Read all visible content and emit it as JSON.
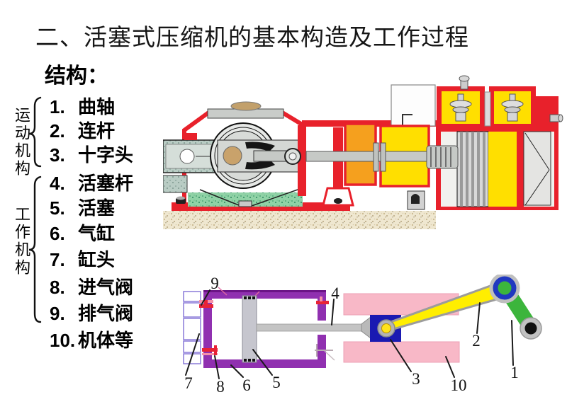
{
  "title": "二、活塞式压缩机的基本构造及工作过程",
  "structure": {
    "heading": "结构：",
    "groups": [
      {
        "label": "运动机构"
      },
      {
        "label": "工作机构"
      }
    ],
    "parts": [
      {
        "num": "1.",
        "name": "曲轴"
      },
      {
        "num": "2.",
        "name": "连杆"
      },
      {
        "num": "3.",
        "name": "十字头"
      },
      {
        "num": "4.",
        "name": "活塞杆"
      },
      {
        "num": "5.",
        "name": "活塞"
      },
      {
        "num": "6.",
        "name": "气缸"
      },
      {
        "num": "7.",
        "name": "缸头"
      },
      {
        "num": "8.",
        "name": "进气阀"
      },
      {
        "num": "9.",
        "name": "排气阀"
      },
      {
        "num": "10.",
        "name": "机体等"
      }
    ]
  },
  "schematic": {
    "callouts": {
      "c1": "1",
      "c2": "2",
      "c3": "3",
      "c4": "4",
      "c5": "5",
      "c6": "6",
      "c7": "7",
      "c8": "8",
      "c9": "9",
      "c10": "10"
    }
  },
  "colors": {
    "frame_red": "#E8212B",
    "machine_yellow": "#FFDF00",
    "machine_orange": "#F5A01E",
    "cylinder_purple": "#9030B0",
    "guide_pink": "#F8B8C7",
    "crosshead_blue": "#1A1AB2",
    "crank_green": "#3CB53C",
    "rod_yellow": "#FFEE00",
    "oil_green": "#90D2A6",
    "foundation_tan": "#EFE7D0"
  }
}
